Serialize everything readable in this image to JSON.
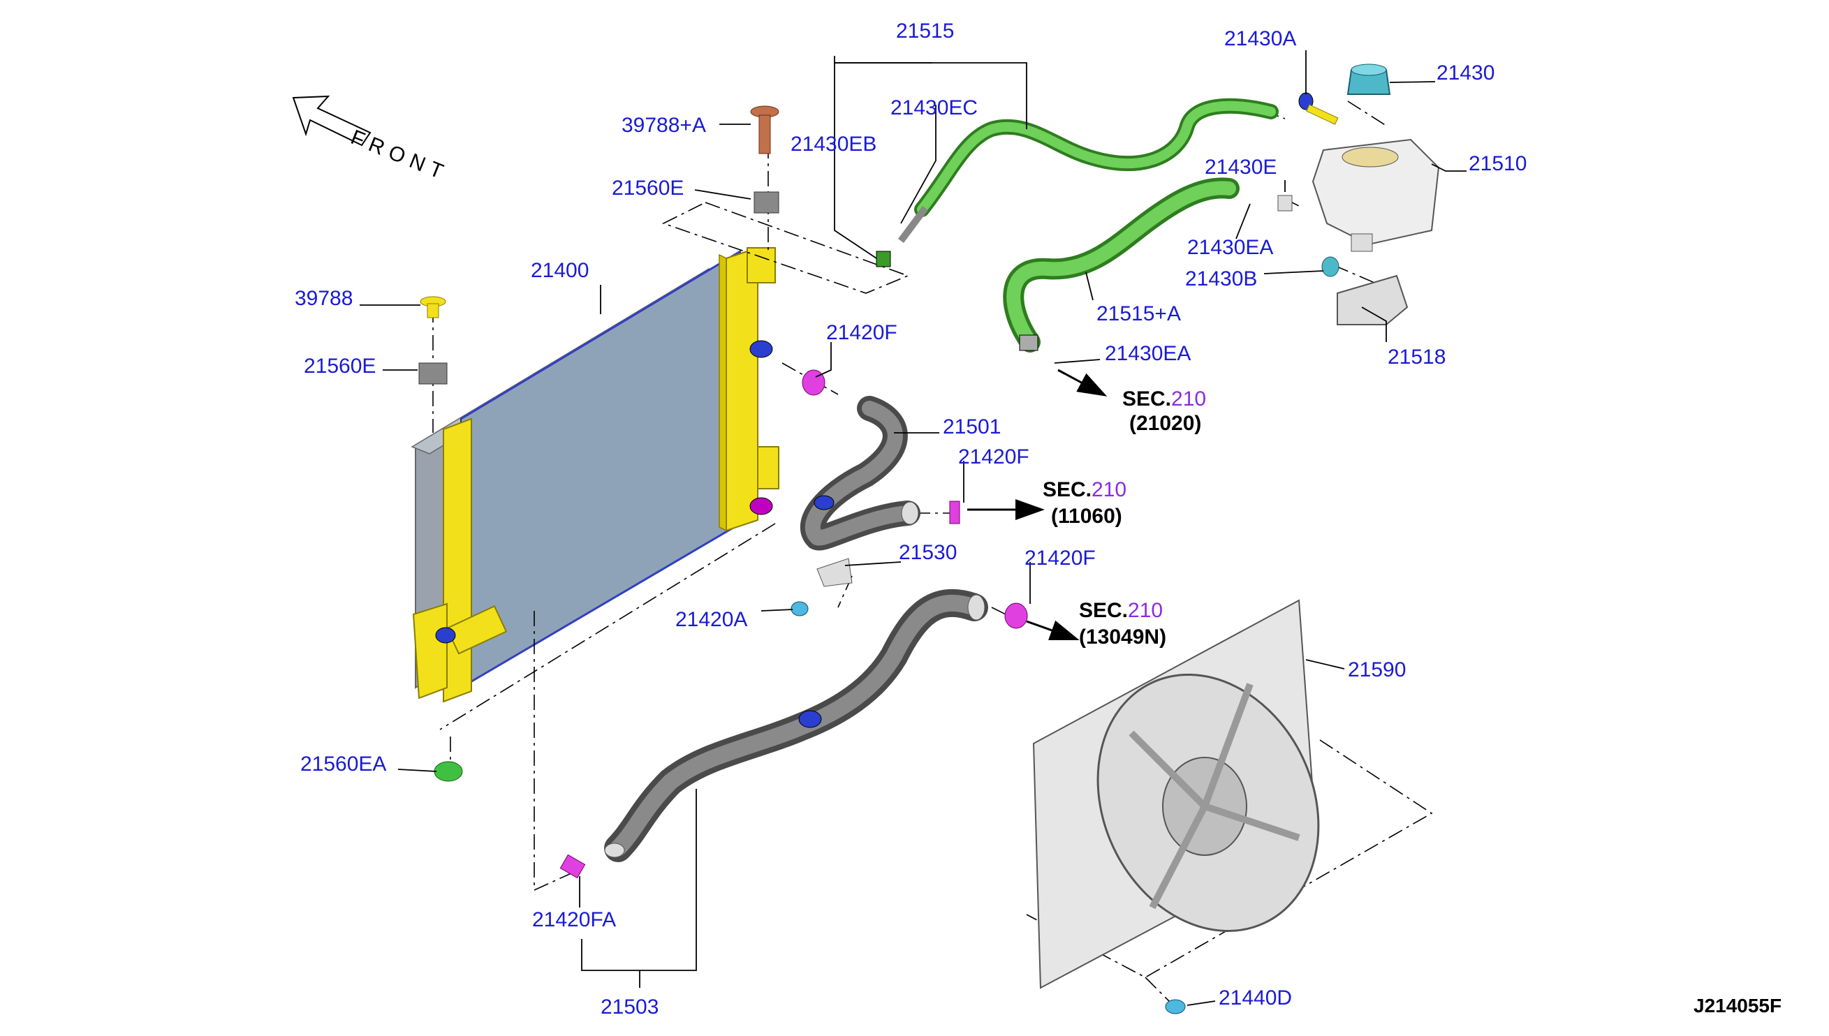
{
  "diagram_code": "J214055F",
  "direction_label": "FRONT",
  "sec_refs": [
    {
      "prefix": "SEC.",
      "num": "210",
      "ref": "(21020)"
    },
    {
      "prefix": "SEC.",
      "num": "210",
      "ref": "(11060)"
    },
    {
      "prefix": "SEC.",
      "num": "210",
      "ref": "(13049N)"
    }
  ],
  "parts": {
    "p21515": "21515",
    "p21430EC": "21430EC",
    "p21430EB": "21430EB",
    "p39788A": "39788+A",
    "p21560E_top": "21560E",
    "p21400": "21400",
    "p39788": "39788",
    "p21560E_left": "21560E",
    "p21420F_1": "21420F",
    "p21501": "21501",
    "p21420F_2": "21420F",
    "p21530": "21530",
    "p21420F_3": "21420F",
    "p21420A": "21420A",
    "p21560EA": "21560EA",
    "p21420FA": "21420FA",
    "p21503": "21503",
    "p21430A": "21430A",
    "p21430": "21430",
    "p21510": "21510",
    "p21430E": "21430E",
    "p21430EA_1": "21430EA",
    "p21430B": "21430B",
    "p21515A": "21515+A",
    "p21518": "21518",
    "p21430EA_2": "21430EA",
    "p21590": "21590",
    "p21440D": "21440D"
  },
  "colors": {
    "label": "#1a1ad6",
    "sec_num": "#8a2be2",
    "radiator_core": "#8fa3b8",
    "radiator_frame": "#f2e11a",
    "green_hose": "#5fbf4a",
    "clamp": "#e040e0",
    "black_hose": "#5a5a5a",
    "reservoir": "#eeeeee",
    "cap": "#4db8c8",
    "fan_shroud": "#e6e6e6"
  }
}
